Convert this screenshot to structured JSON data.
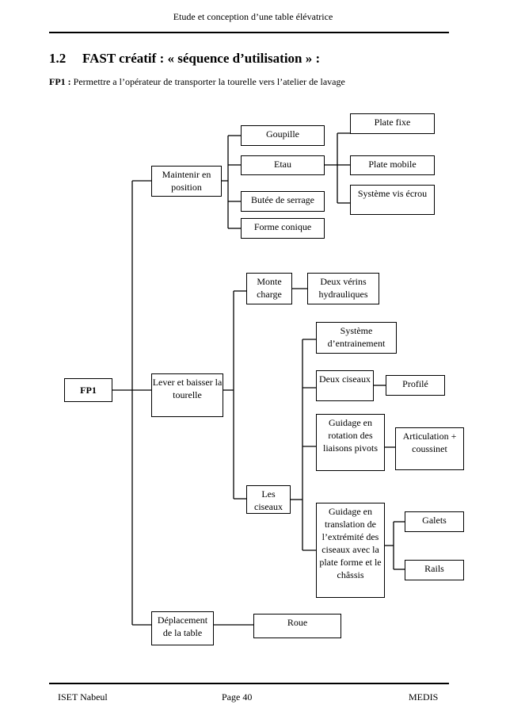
{
  "header": {
    "title": "Etude et conception d’une table élévatrice"
  },
  "section": {
    "number": "1.2",
    "title": "FAST créatif : « séquence d’utilisation » :"
  },
  "fp_line": {
    "label": "FP1 :",
    "text": "Permettre a l’opérateur de transporter la tourelle vers l’atelier de lavage"
  },
  "diagram": {
    "fp1": "FP1",
    "maintenir": "Maintenir en position",
    "lever": "Lever et baisser la tourelle",
    "deplacement": "Déplacement de la table",
    "goupille": "Goupille",
    "etau": "Etau",
    "butee": "Butée de serrage",
    "forme_conique": "Forme conique",
    "plate_fixe": "Plate fixe",
    "plate_mobile": "Plate mobile",
    "systeme_vis": "Système vis écrou",
    "monte_charge": "Monte charge",
    "deux_verins": "Deux vérins hydrauliques",
    "les_ciseaux": "Les ciseaux",
    "systeme_entrainement": "Système d’entrainement",
    "deux_ciseaux": "Deux ciseaux",
    "profile": "Profilé",
    "guidage_rotation": "Guidage en rotation des liaisons pivots",
    "articulation": "Articulation + coussinet",
    "guidage_translation": "Guidage en translation de l’extrémité des ciseaux avec la plate forme et le châssis",
    "galets": "Galets",
    "rails": "Rails",
    "roue": "Roue"
  },
  "footer": {
    "left": "ISET Nabeul",
    "center": "Page 40",
    "right": "MEDIS"
  }
}
